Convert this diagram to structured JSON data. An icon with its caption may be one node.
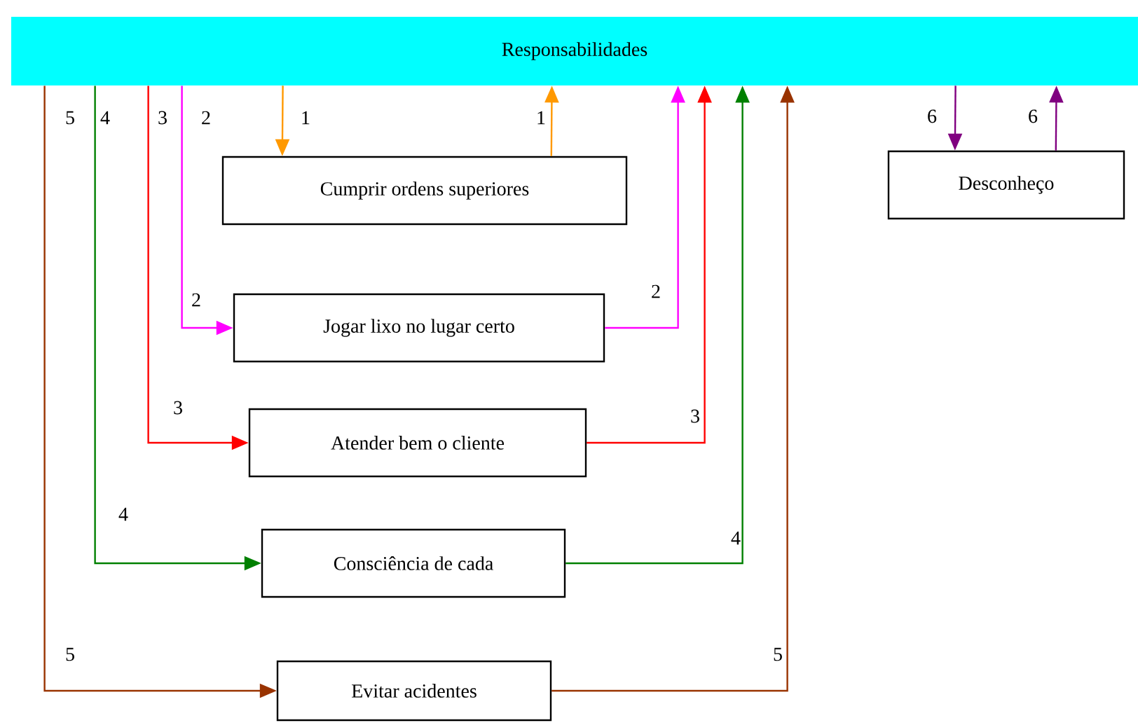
{
  "diagram": {
    "nodes": [
      {
        "text": [
          "Responsabilidades"
        ]
      },
      {
        "text": [
          "Cumprir ordens superiores"
        ]
      },
      {
        "text": [
          "Jogar lixo no lugar certo"
        ]
      },
      {
        "text": [
          "Atender bem o cliente"
        ]
      },
      {
        "text": [
          "Consciência de cada"
        ]
      },
      {
        "text": [
          "Evitar acidentes"
        ]
      },
      {
        "text": [
          "Desconheço"
        ]
      }
    ],
    "edges": [
      {
        "from": 0,
        "to": 1,
        "arrow": "to",
        "label": "1",
        "color": "#ff9900"
      },
      {
        "from": 1,
        "to": 0,
        "arrow": "to",
        "label": "1",
        "color": "#ff9900"
      },
      {
        "from": 0,
        "to": 2,
        "arrow": "to",
        "label": "2",
        "color": "#ff00ff"
      },
      {
        "from": 2,
        "to": 0,
        "arrow": "to",
        "label": "2",
        "color": "#ff00ff"
      },
      {
        "from": 0,
        "to": 3,
        "arrow": "to",
        "label": "3",
        "color": "#ff0000"
      },
      {
        "from": 3,
        "to": 0,
        "arrow": "to",
        "label": "3",
        "color": "#ff0000"
      },
      {
        "from": 0,
        "to": 4,
        "arrow": "to",
        "label": "4",
        "color": "#008000"
      },
      {
        "from": 4,
        "to": 0,
        "arrow": "to",
        "label": "4",
        "color": "#008000"
      },
      {
        "from": 0,
        "to": 5,
        "arrow": "to",
        "label": "5",
        "color": "#993300"
      },
      {
        "from": 5,
        "to": 0,
        "arrow": "to",
        "label": "5",
        "color": "#993300"
      },
      {
        "from": 0,
        "to": 6,
        "arrow": "to",
        "label": "6",
        "color": "#800080"
      },
      {
        "from": 6,
        "to": 0,
        "arrow": "to",
        "label": "6",
        "color": "#800080"
      }
    ],
    "labels": [
      "5",
      "4",
      "3",
      "2"
    ]
  }
}
